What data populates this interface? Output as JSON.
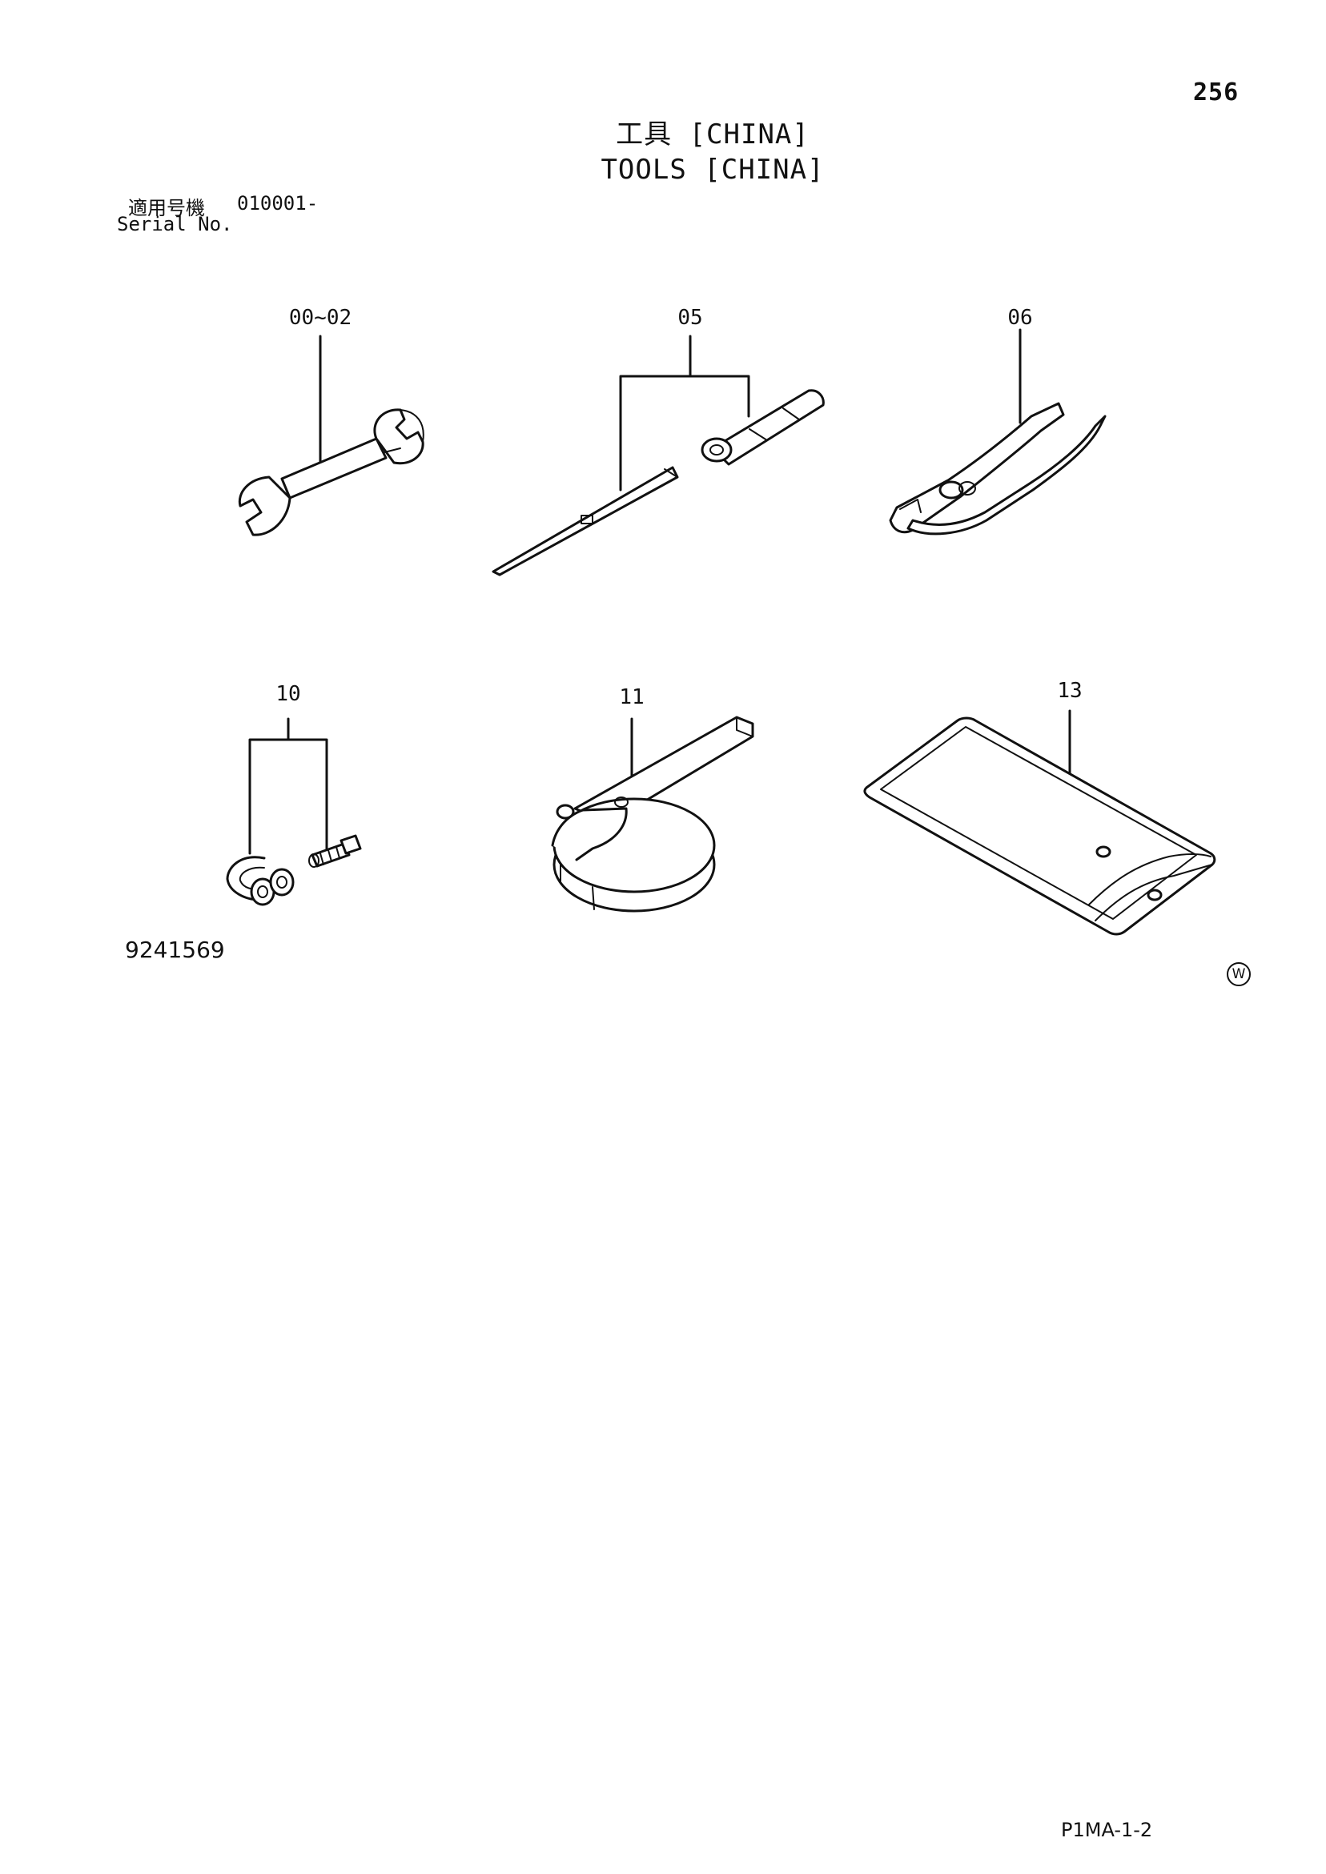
{
  "page_number": "256",
  "title_jp": "工具 [CHINA]",
  "title_en": "TOOLS [CHINA]",
  "serial": {
    "label_jp": "適用号機",
    "value": "010001-",
    "label_en": "Serial No."
  },
  "callouts": {
    "wrench": "00~02",
    "screwdriver": "05",
    "pliers": "06",
    "shackle": "10",
    "filter_wrench": "11",
    "tool_bag": "13"
  },
  "figure_number": "9241569",
  "mark_w": "W",
  "page_code": "P1MA-1-2"
}
